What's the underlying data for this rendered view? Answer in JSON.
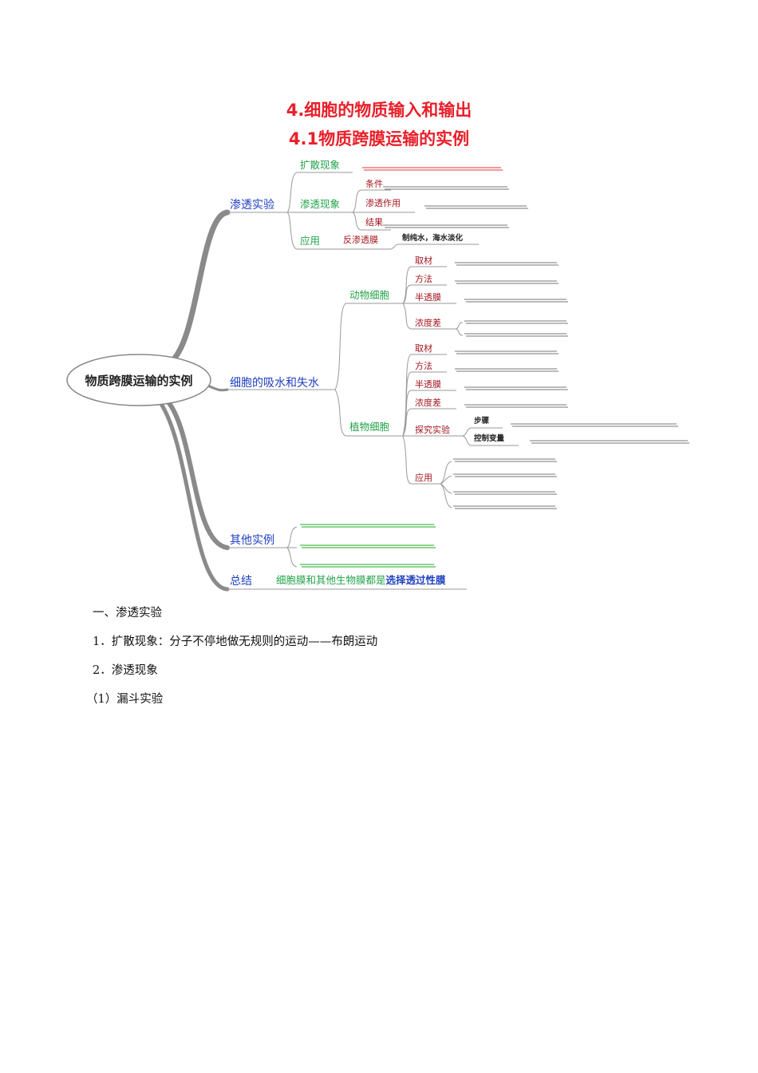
{
  "title": "4.细胞的物质输入和输出",
  "subtitle": "4.1物质跨膜运输的实例",
  "mindmap": {
    "root": "物质跨膜运输的实例",
    "branch1": {
      "label": "渗透实验",
      "kuosan": "扩散现象",
      "shentou": "渗透现象",
      "tiaojian": "条件",
      "zuoyong": "渗透作用",
      "jieguo": "结果",
      "yingyong": "应用",
      "fanshentou": "反渗透膜",
      "fanshentou_use": "制纯水，海水淡化"
    },
    "branch2": {
      "label": "细胞的吸水和失水",
      "animal": {
        "label": "动物细胞",
        "qucai": "取材",
        "fangfa": "方法",
        "bantoumo": "半透膜",
        "nongducha": "浓度差"
      },
      "plant": {
        "label": "植物细胞",
        "qucai": "取材",
        "fangfa": "方法",
        "bantoumo": "半透膜",
        "nongducha": "浓度差",
        "tanjiu": "探究实验",
        "buzhou": "步骤",
        "kongzhi": "控制变量",
        "yingyong": "应用"
      }
    },
    "branch3": {
      "label": "其他实例"
    },
    "branch4": {
      "label": "总结",
      "text_green": "细胞膜和其他生物膜都是",
      "text_blue": "选择透过性膜"
    }
  },
  "body": {
    "section1": "一、渗透实验",
    "item1": "1．扩散现象：分子不停地做无规则的运动——布朗运动",
    "item2": "2．渗透现象",
    "item2_1": "（1）漏斗实验"
  }
}
